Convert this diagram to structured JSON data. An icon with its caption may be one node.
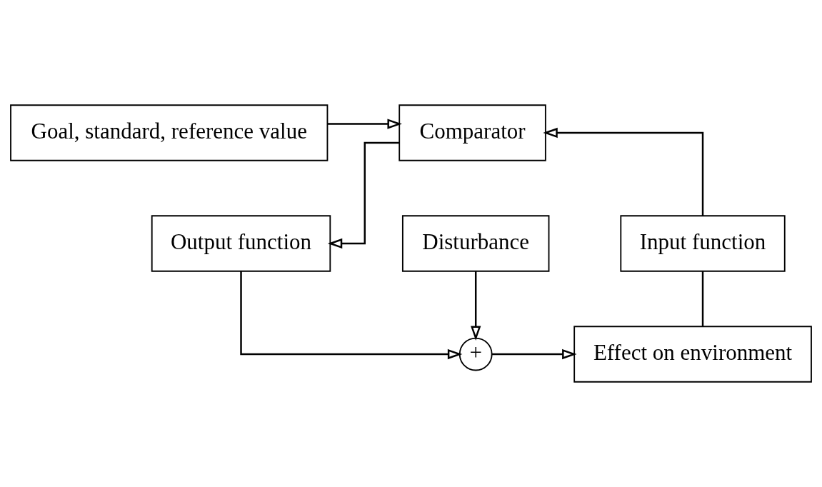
{
  "diagram": {
    "nodes": [
      {
        "text": [
          "Goal, standard, reference value"
        ]
      },
      {
        "text": [
          "Comparator"
        ]
      },
      {
        "text": [
          "Input function"
        ]
      },
      {
        "text": [
          "Output function"
        ]
      },
      {
        "text": [
          "Effect on environment"
        ]
      },
      {
        "text": [
          "+"
        ]
      },
      {
        "text": [
          "Disturbance"
        ]
      }
    ],
    "edges": [
      {
        "from": 0,
        "to": 1,
        "arrow": "to"
      },
      {
        "from": 2,
        "to": 1,
        "arrow": "to"
      },
      {
        "from": 1,
        "to": 3,
        "arrow": "to"
      },
      {
        "from": 3,
        "to": 5,
        "arrow": "to"
      },
      {
        "from": 6,
        "to": 5,
        "arrow": "to"
      },
      {
        "from": 5,
        "to": 4,
        "arrow": "to"
      },
      {
        "from": 4,
        "to": 2,
        "arrow": "none"
      }
    ]
  }
}
